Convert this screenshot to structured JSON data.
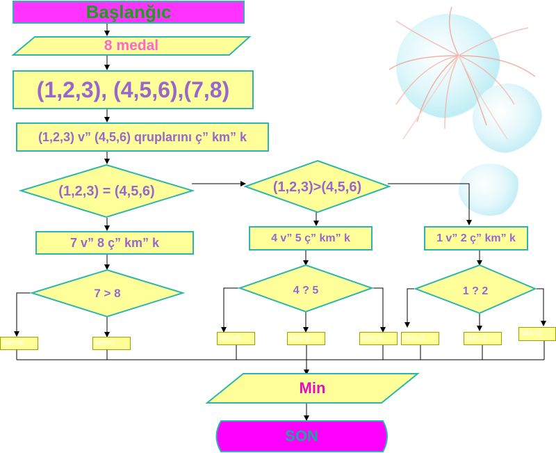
{
  "colors": {
    "yellow_fill": "#ffff99",
    "teal_border": "#2ab5b0",
    "magenta_fill": "#ff33ff",
    "green_text": "#1aa01a",
    "purple_text": "#9966cc",
    "pink_text": "#ff66cc",
    "magenta_text": "#e010c0",
    "teal_text": "#1aa6a0"
  },
  "flowchart": {
    "start_label": "Başlanğıc",
    "input_label": "8 medal",
    "groups_label": "(1,2,3), (4,5,6),(7,8)",
    "compare_groups_label": "(1,2,3) v”  (4,5,6) qruplarını ç” km” k",
    "decision_equal_label": "(1,2,3) = (4,5,6)",
    "decision_greater_label": "(1,2,3)>(4,5,6)",
    "weigh_7_8_label": "7 v”  8 ç” km” k",
    "weigh_4_5_label": "4 v”  5 ç” km” k",
    "weigh_1_2_label": "1 v”  2 ç” km” k",
    "decision_7_8_label": "7 > 8",
    "decision_4_5_label": "4 ? 5",
    "decision_1_2_label": "1 ? 2",
    "result_1": "Min=8",
    "result_2": "Min=7",
    "result_3": "Min=6",
    "result_4": "Min=5",
    "result_5": "Min=4",
    "result_6": "Min=3",
    "result_7": "Min=2",
    "result_8": "Min=1",
    "output_label": "Min",
    "end_label": "SON"
  }
}
